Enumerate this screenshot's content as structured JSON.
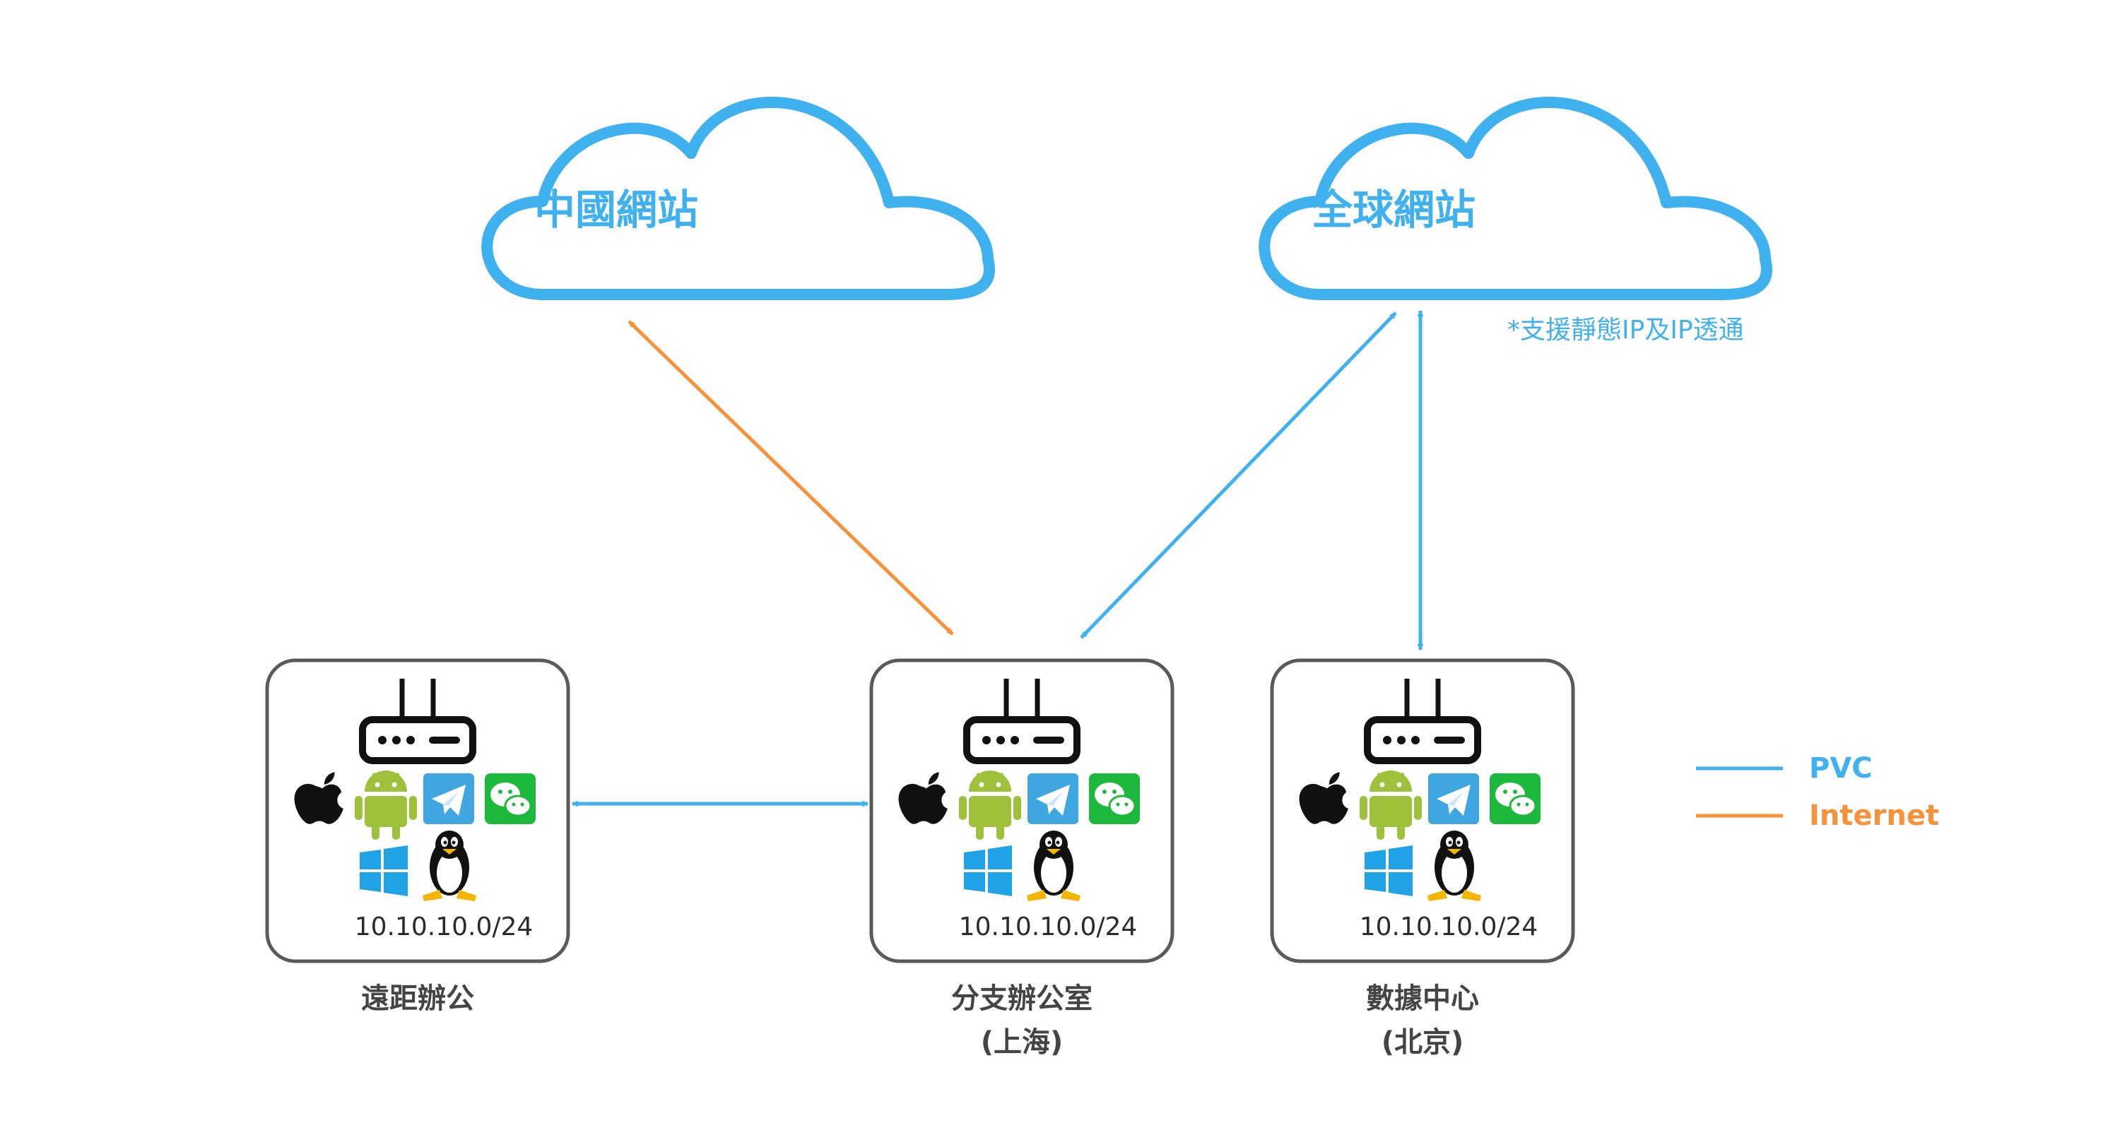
{
  "clouds": [
    {
      "label": "中國網站"
    },
    {
      "label": "全球網站",
      "note": "*支援靜態IP及IP透通"
    }
  ],
  "sites": [
    {
      "caption": [
        "遠距辦公"
      ],
      "subnet": "10.10.10.0/24"
    },
    {
      "caption": [
        "分支辦公室",
        "(上海)"
      ],
      "subnet": "10.10.10.0/24"
    },
    {
      "caption": [
        "數據中心",
        "(北京)"
      ],
      "subnet": "10.10.10.0/24"
    }
  ],
  "legend": [
    {
      "label": "PVC",
      "color": "#3fb1ef"
    },
    {
      "label": "Internet",
      "color": "#f7923a"
    }
  ],
  "links": [
    {
      "from": "site-2",
      "to": "cloud-1",
      "type": "Internet"
    },
    {
      "from": "site-2",
      "to": "cloud-2",
      "type": "PVC"
    },
    {
      "from": "site-3",
      "to": "cloud-2",
      "type": "PVC"
    },
    {
      "from": "site-1",
      "to": "site-2",
      "type": "PVC"
    }
  ],
  "icons": [
    "router-icon",
    "apple-icon",
    "android-icon",
    "telegram-icon",
    "wechat-icon",
    "windows-icon",
    "linux-icon"
  ],
  "colors": {
    "pvc": "#3fb1ef",
    "internet": "#f7923a",
    "cloud_text": "#3fb1ef",
    "box_border": "#5a5a5a",
    "caption": "#444444"
  }
}
